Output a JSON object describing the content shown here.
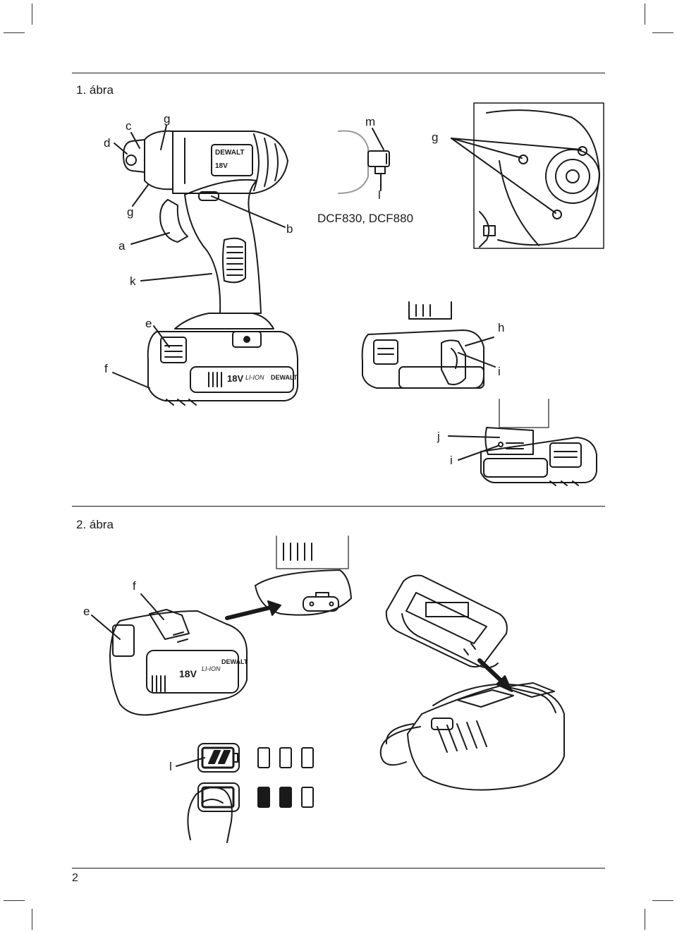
{
  "figure1": {
    "title": "1. ábra",
    "model_label": "DCF830, DCF880",
    "callouts": {
      "a": "a",
      "b": "b",
      "c": "c",
      "d": "d",
      "e": "e",
      "f": "f",
      "g": "g",
      "h": "h",
      "i": "i",
      "j": "j",
      "k": "k",
      "l": "l",
      "m": "m"
    },
    "brand": "DEWALT",
    "voltage": "18V",
    "chemistry": "LI-ION"
  },
  "figure2": {
    "title": "2. ábra",
    "callouts": {
      "e": "e",
      "f": "f",
      "l": "l"
    },
    "brand": "DEWALT",
    "voltage": "18V",
    "chemistry": "LI-ION",
    "fuel_gauge": {
      "row1_segments_lit": 0,
      "row2_segments_lit": 2,
      "segments_total": 3
    }
  },
  "footer": {
    "page_number": "2"
  },
  "colors": {
    "ink": "#1a1a1a",
    "paper": "#ffffff"
  }
}
